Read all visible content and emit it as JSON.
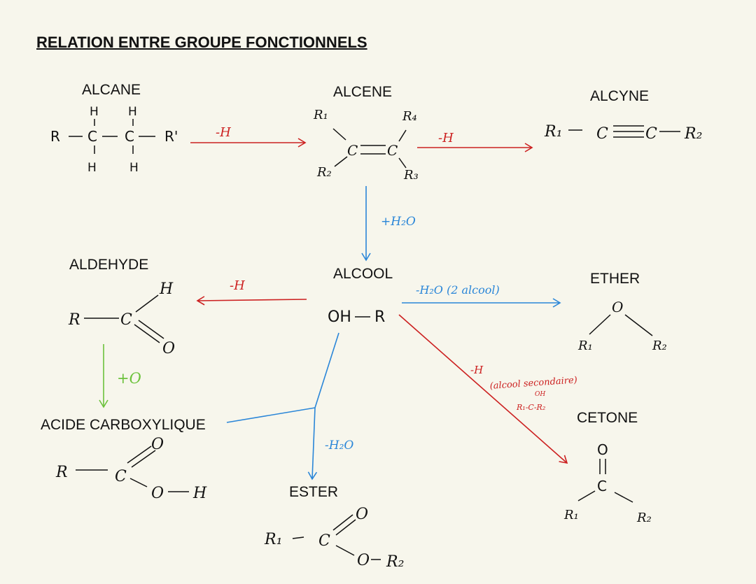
{
  "title": "RELATION ENTRE GROUPE FONCTIONNELS",
  "colors": {
    "red": "#cc2020",
    "blue": "#2a86d8",
    "green": "#6cc23c",
    "ink": "#111111",
    "background": "#f7f6ec"
  },
  "nodes": {
    "alcane": "ALCANE",
    "alcene": "ALCENE",
    "alcyne": "ALCYNE",
    "alcool": "ALCOOL",
    "aldehyde": "ALDEHYDE",
    "ether": "ETHER",
    "acide": "ACIDE CARBOXYLIQUE",
    "ester": "ESTER",
    "cetone": "CETONE"
  },
  "reactions": {
    "alcane_to_alcene": "-H",
    "alcene_to_alcyne": "-H",
    "alcene_to_alcool": "+H₂O",
    "alcool_to_aldehyde": "-H",
    "alcool_to_ether": "-H₂O (2 alcool)",
    "aldehyde_to_acide": "+O",
    "ester_formation": "-H₂O",
    "alcool_to_cetone": "-H",
    "cetone_note": "(alcool secondaire)",
    "cetone_note_oh": "OH",
    "cetone_note_formula": "R₁-C-R₂"
  },
  "formula_atoms": {
    "R": "R",
    "R_prime": "R'",
    "H": "H",
    "C": "C",
    "O": "O",
    "OH": "OH",
    "R1": "R₁",
    "R2": "R₂",
    "R3": "R₃",
    "R4": "R₄"
  }
}
